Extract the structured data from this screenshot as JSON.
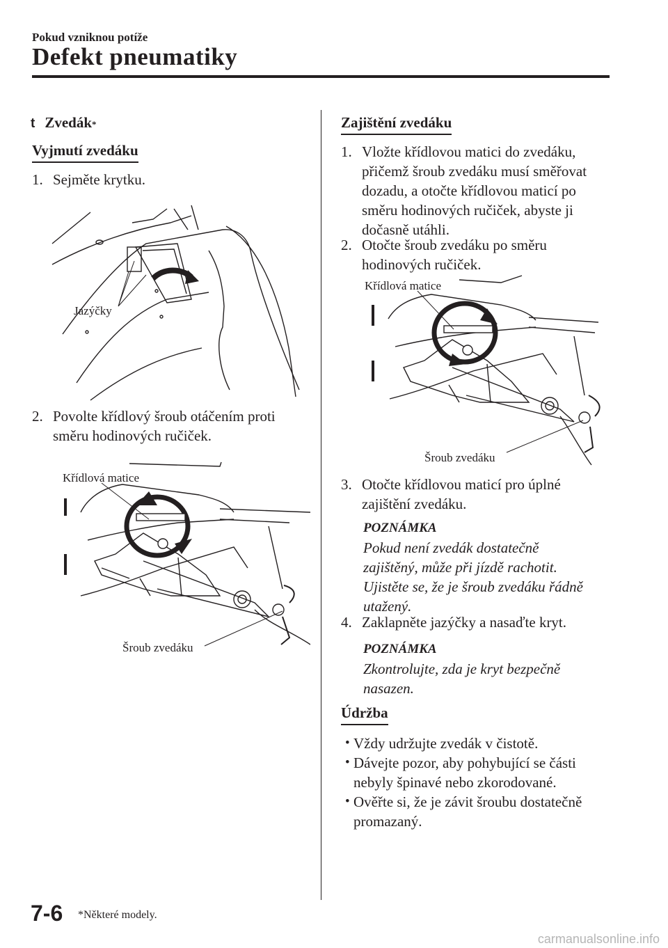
{
  "header": {
    "breadcrumb": "Pokud vzniknou potíže",
    "title": "Defekt pneumatiky"
  },
  "section": {
    "icon": "t",
    "title": "Zvedák",
    "footnote_mark": "*"
  },
  "left": {
    "removal_heading": "Vyjmutí zvedáku",
    "step1_num": "1.",
    "step1_text": "Sejměte krytku.",
    "fig1_label": "Jazýčky",
    "step2_num": "2.",
    "step2_lines": [
      "Povolte křídlový šroub otáčením proti",
      "směru hodinových ručiček."
    ],
    "fig2_label_nut": "Křídlová matice",
    "fig2_label_screw": "Šroub zvedáku"
  },
  "right": {
    "securing_heading": "Zajištění zvedáku",
    "step1_num": "1.",
    "step1_lines": [
      "Vložte křídlovou matici do zvedáku,",
      "přičemž šroub zvedáku musí směřovat",
      "dozadu, a otočte křídlovou maticí po",
      "směru hodinových ručiček, abyste ji",
      "dočasně utáhli."
    ],
    "step2_num": "2.",
    "step2_lines": [
      "Otočte šroub zvedáku po směru",
      "hodinových ručiček."
    ],
    "fig3_label_nut": "Křídlová matice",
    "fig3_label_screw": "Šroub zvedáku",
    "step3_num": "3.",
    "step3_lines": [
      "Otočte křídlovou maticí pro úplné",
      "zajištění zvedáku."
    ],
    "note1_label": "POZNÁMKA",
    "note1_lines": [
      "Pokud není zvedák dostatečně",
      "zajištěný, může při jízdě rachotit.",
      "Ujistěte se, že je šroub zvedáku řádně",
      "utažený."
    ],
    "step4_num": "4.",
    "step4_text": "Zaklapněte jazýčky a nasaďte kryt.",
    "note2_label": "POZNÁMKA",
    "note2_lines": [
      "Zkontrolujte, zda je kryt bezpečně",
      "nasazen."
    ],
    "maintenance_heading": "Údržba",
    "bullet_glyph": "•",
    "bullets": [
      [
        "Vždy udržujte zvedák v čistotě."
      ],
      [
        "Dávejte pozor, aby pohybující se části",
        "nebyly špinavé nebo zkorodované."
      ],
      [
        "Ověřte si, že je závit šroubu dostatečně",
        "promazaný."
      ]
    ]
  },
  "footer": {
    "page_number": "7-6",
    "footnote": "*Některé modely.",
    "watermark": "carmanualsonline.info"
  }
}
